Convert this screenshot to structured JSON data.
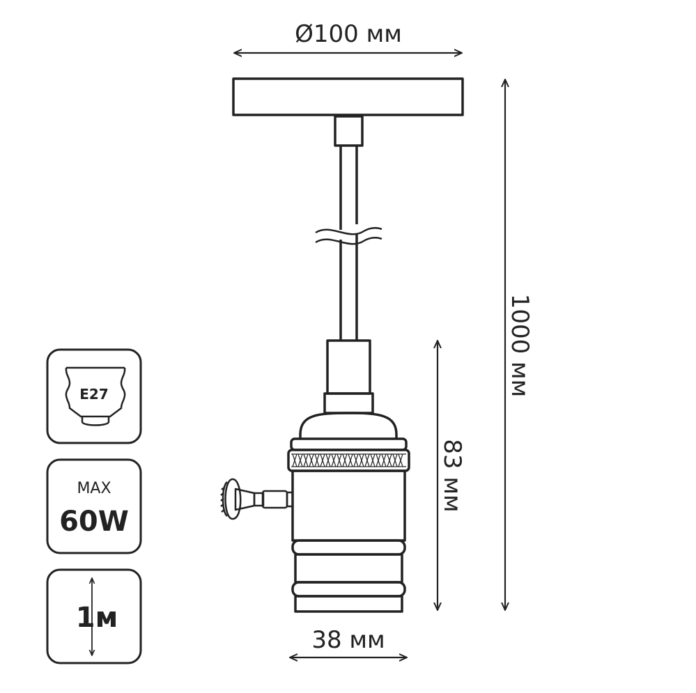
{
  "dimensions": {
    "canopy_diameter": "Ø100 мм",
    "total_length": "1000 мм",
    "holder_height": "83 мм",
    "holder_width": "38 мм"
  },
  "badges": {
    "socket": {
      "text": "E27",
      "icon": "e27-bulb-base-icon"
    },
    "power": {
      "prefix": "MAX",
      "value": "60W"
    },
    "cable": {
      "value": "1м",
      "icon": "vertical-double-arrow-icon"
    }
  },
  "colors": {
    "stroke": "#222222",
    "background": "#ffffff"
  }
}
